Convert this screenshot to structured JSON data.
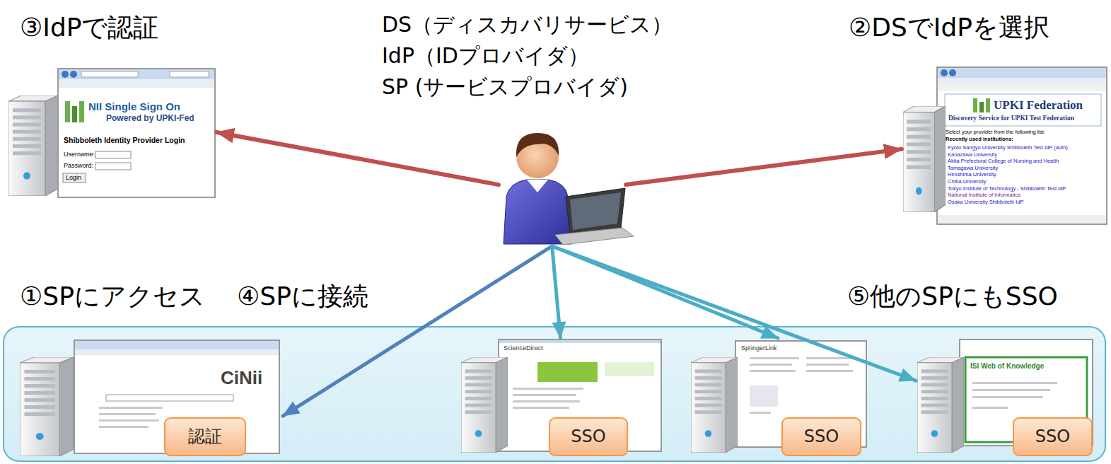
{
  "diagram": {
    "nodes": [
      {
        "text": [
          "③IdPで認証",
          "NII Single Sign On",
          "Powered by UPKI-Fed",
          "Shibboleth Identity Provider Login",
          "Username:",
          "Password:",
          "Login"
        ]
      },
      {
        "text": [
          "DS（ディスカバリサービス）",
          "IdP（IDプロバイダ）",
          "SP (サービスプロバイダ)"
        ]
      },
      {
        "text": [
          "②DSでIdPを選択",
          "UPKI Federation",
          "Discovery Service for UPKI Test Federation",
          "Select your provider from the following list:",
          "Recently used institutions:",
          "Kyoto Sangyo University Shibboleth Test IdP (auth)",
          "Kanazawa University",
          "Akita Prefectural College of Nursing and Health",
          "Tamagawa University",
          "Hiroshima University",
          "Chiba University",
          "Tokyo Institute of Technology - Shibboleth Test IdP",
          "National Institute of Informatics",
          "Osaka University Shibboleth IdP"
        ]
      },
      {
        "text": [
          "CiNii",
          "認証"
        ]
      },
      {
        "text": [
          "ScienceDirect",
          "SSO"
        ]
      },
      {
        "text": [
          "SpringerLink",
          "SSO"
        ]
      },
      {
        "text": [
          "ISI Web of Knowledge",
          "SSO"
        ]
      }
    ],
    "edges": [
      {
        "from": 1,
        "to": 0,
        "arrow": "to"
      },
      {
        "from": 1,
        "to": 2,
        "arrow": "to"
      },
      {
        "from": 1,
        "to": 3,
        "arrow": "to"
      },
      {
        "from": 1,
        "to": 4,
        "arrow": "to"
      },
      {
        "from": 1,
        "to": 5,
        "arrow": "to"
      },
      {
        "from": 1,
        "to": 6,
        "arrow": "to"
      }
    ],
    "labels": [
      "①SPにアクセス",
      "④SPに接続",
      "⑤他のSPにもSSO"
    ]
  }
}
